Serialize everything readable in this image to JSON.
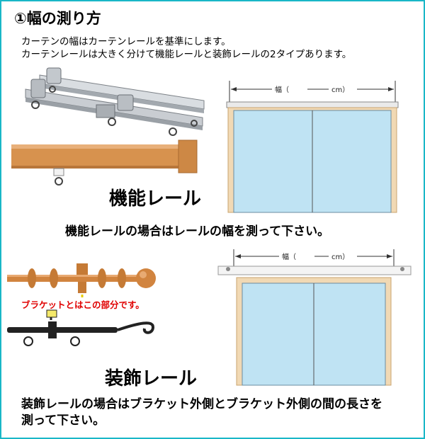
{
  "title": "①幅の測り方",
  "intro": {
    "line1": "カーテンの幅はカーテンレールを基準にします。",
    "line2": "カーテンレールは大きく分けて機能レールと装飾レールの2タイプあります。"
  },
  "functional": {
    "label": "機能レール",
    "caption": "機能レールの場合はレールの幅を測って下さい。"
  },
  "decorative": {
    "label": "装飾レール",
    "bracket_note": "ブラケットとはこの部分です。",
    "caption_line1": "装飾レールの場合はブラケット外側とブラケット外側の間の長さを",
    "caption_line2": "測って下さい。"
  },
  "measure": {
    "width_label": "幅（",
    "unit_label": "cm）"
  },
  "colors": {
    "border": "#19b7c7",
    "glass": "#bfe3f3",
    "wood": "#d39a5c",
    "note_red": "#e00000"
  }
}
